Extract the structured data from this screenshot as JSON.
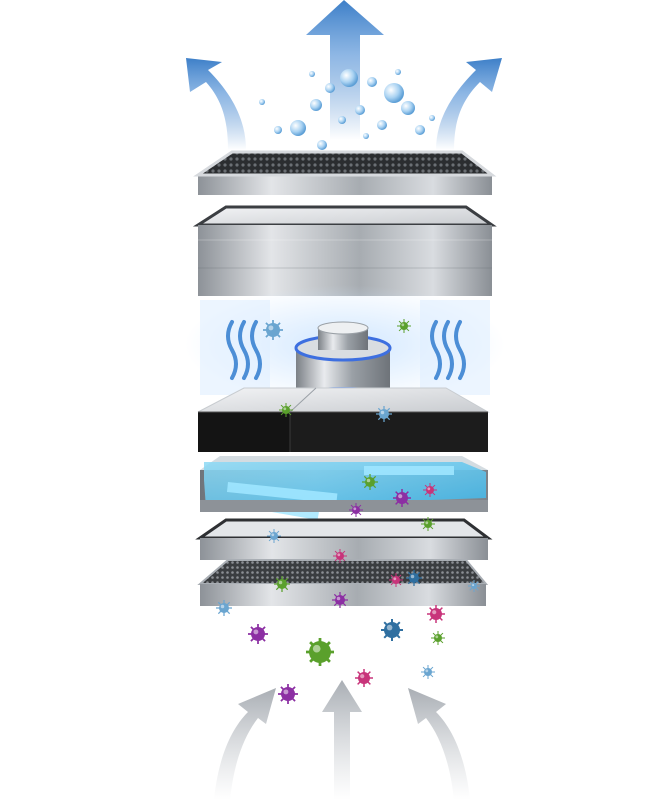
{
  "diagram": {
    "layers_top_to_bottom": [
      "carbon-mesh-filter",
      "hepa-filter-block",
      "fan-motor",
      "fan-base-plate",
      "uv-light-chamber",
      "pre-filter-frame",
      "bottom-mesh-filter"
    ],
    "flow": {
      "intake_direction": "up",
      "outlet_direction": "up",
      "intake_color": "#a9aeb4",
      "outlet_color": "#3d7fc8"
    },
    "colors": {
      "steel_light": "#e6e8eb",
      "steel_dark": "#8d9298",
      "panel_black": "#141414",
      "uv_blue": "#59c7f0",
      "glow_blue": "#cfe6ff",
      "fan_ring": "#3d6fe0"
    },
    "particle_colors": [
      "#6aa5d0",
      "#8c2fa3",
      "#5aa02c",
      "#c8347a",
      "#2f6fa0"
    ]
  }
}
